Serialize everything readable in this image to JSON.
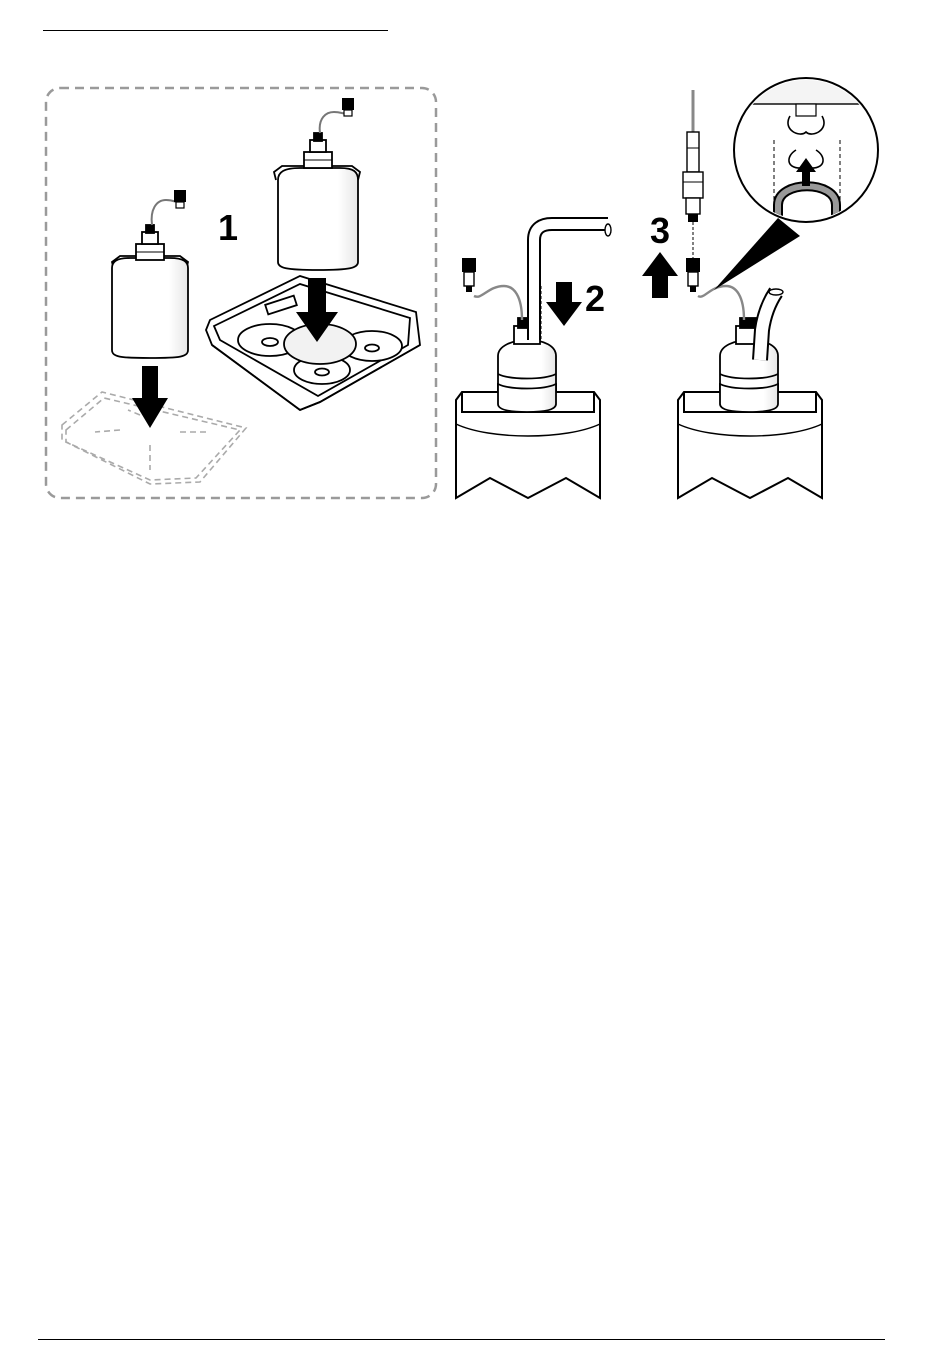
{
  "steps": [
    {
      "number": "1"
    },
    {
      "number": "2"
    },
    {
      "number": "3"
    }
  ],
  "colors": {
    "line": "#000000",
    "dashed_frame": "#9a9a9a",
    "cable": "#9a9a9a",
    "arrow": "#000000",
    "background": "#ffffff"
  },
  "icons": [
    "down-arrow-icon",
    "up-arrow-icon",
    "bottle-icon",
    "connector-icon",
    "magnifier-callout-icon"
  ]
}
